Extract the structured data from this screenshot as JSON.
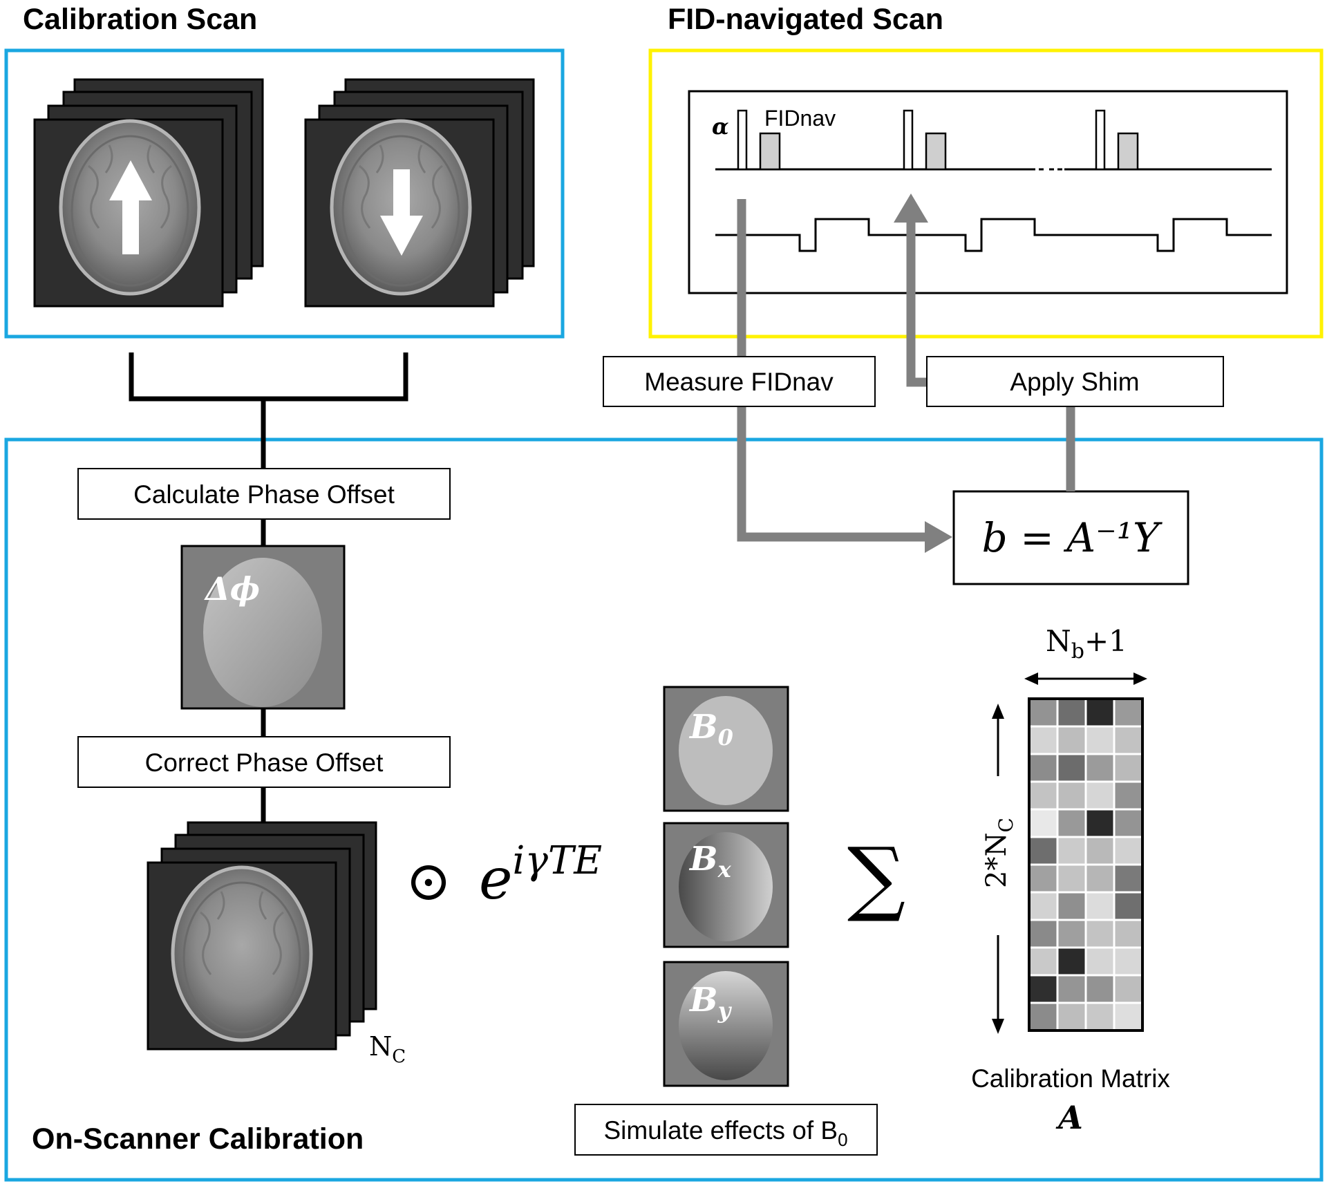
{
  "titles": {
    "calibration_scan": "Calibration Scan",
    "fid_navigated_scan": "FID-navigated Scan",
    "on_scanner_calibration": "On-Scanner Calibration"
  },
  "colors": {
    "calibration_box": "#1aa7e1",
    "fid_box": "#fff200",
    "flow_arrow": "#808080",
    "image_dark": "#2e2e2e"
  },
  "sequence": {
    "flip_label": "α",
    "nav_label": "FIDnav"
  },
  "process": {
    "measure": "Measure FIDnav",
    "apply": "Apply Shim",
    "calc_phase": "Calculate Phase Offset",
    "correct_phase": "Correct Phase Offset",
    "simulate_prefix": "Simulate effects of B",
    "simulate_sub": "0"
  },
  "math": {
    "solve_eq": "b = A⁻¹Y",
    "delta_phi": "Δϕ",
    "hadamard": "⊙",
    "exp_base": "e",
    "exp_power": "iγTE",
    "sum": "∑"
  },
  "fields": [
    {
      "sym": "B",
      "sub": "0"
    },
    {
      "sym": "B",
      "sub": "x"
    },
    {
      "sym": "B",
      "sub": "y"
    }
  ],
  "labels": {
    "nc_main": "N",
    "nc_sub": "C",
    "cols_main": "N",
    "cols_sub": "b",
    "cols_suffix": "+1",
    "rows_prefix": "2*N",
    "rows_sub": "C",
    "matrix_caption": "Calibration Matrix",
    "matrix_symbol": "A"
  },
  "matrix": {
    "rows": 12,
    "cols": 4,
    "cells": [
      [
        "#939393",
        "#6e6e6e",
        "#2a2a2a",
        "#9a9a9a"
      ],
      [
        "#d4d4d4",
        "#bdbdbd",
        "#d7d7d7",
        "#c2c2c2"
      ],
      [
        "#8c8c8c",
        "#6c6c6c",
        "#9b9b9b",
        "#bababa"
      ],
      [
        "#c3c3c3",
        "#bcbcbc",
        "#d6d6d6",
        "#939393"
      ],
      [
        "#e8e8e8",
        "#999999",
        "#2a2a2a",
        "#949494"
      ],
      [
        "#6e6e6e",
        "#cbcbcb",
        "#b9b9b9",
        "#d1d1d1"
      ],
      [
        "#a1a1a1",
        "#c3c3c3",
        "#b6b6b6",
        "#7a7a7a"
      ],
      [
        "#d2d2d2",
        "#8f8f8f",
        "#dcdcdc",
        "#6f6f6f"
      ],
      [
        "#8a8a8a",
        "#9f9f9f",
        "#c3c3c3",
        "#bfbfbf"
      ],
      [
        "#c9c9c9",
        "#2a2a2a",
        "#d5d5d5",
        "#d7d7d7"
      ],
      [
        "#2f2f2f",
        "#959595",
        "#939393",
        "#bdbdbd"
      ],
      [
        "#8b8b8b",
        "#bdbdbd",
        "#c8c8c8",
        "#dedede"
      ]
    ]
  }
}
